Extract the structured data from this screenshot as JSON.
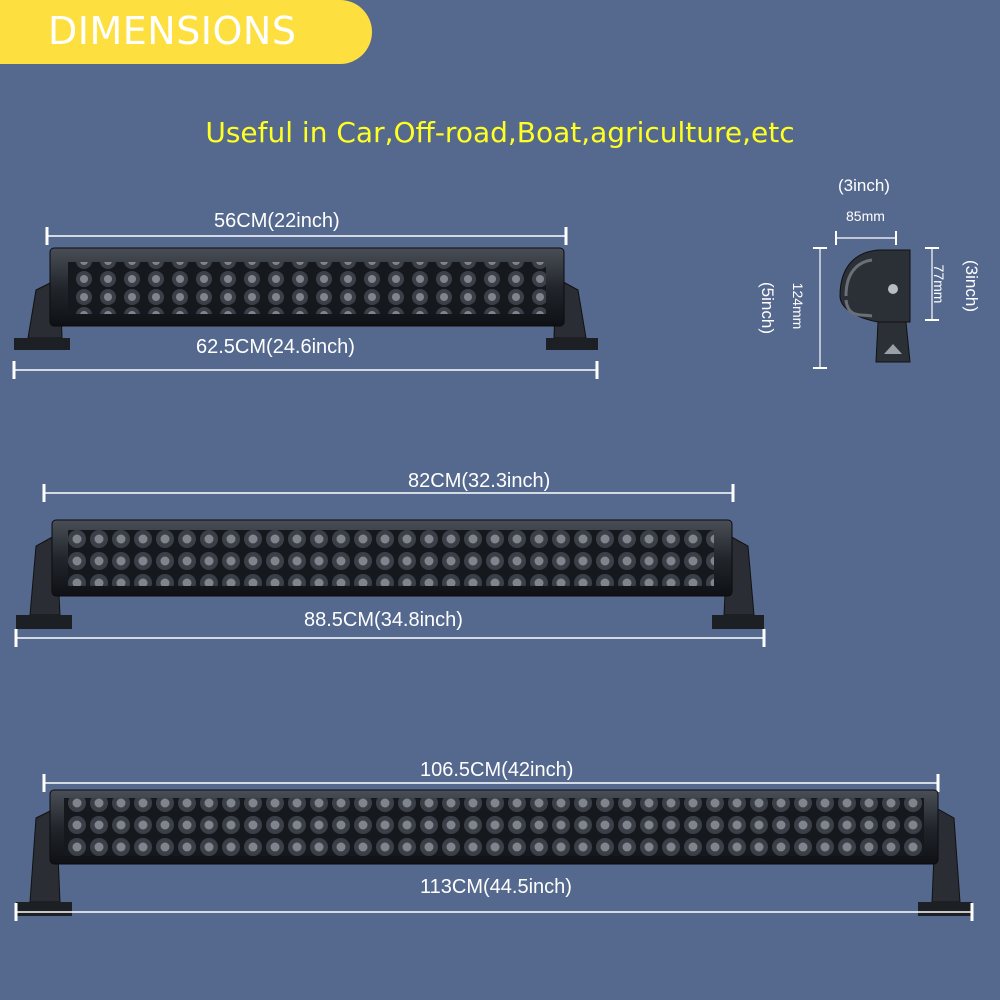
{
  "badge": {
    "label": "DIMENSIONS"
  },
  "subtitle": "Useful in Car,Off-road,Boat,agriculture,etc",
  "bars": [
    {
      "inner": "56CM(22inch)",
      "outer": "62.5CM(24.6inch)"
    },
    {
      "inner": "82CM(32.3inch)",
      "outer": "88.5CM(34.8inch)"
    },
    {
      "inner": "106.5CM(42inch)",
      "outer": "113CM(44.5inch)"
    }
  ],
  "side_view": {
    "width_in": "(3inch)",
    "width_mm": "85mm",
    "height_in": "(5inch)",
    "height_mm": "124mm",
    "depth_in": "(3inch)",
    "depth_mm": "77mm"
  },
  "colors": {
    "background": "#55698f",
    "badge": "#fde03f",
    "subtitle": "#ffff22"
  }
}
